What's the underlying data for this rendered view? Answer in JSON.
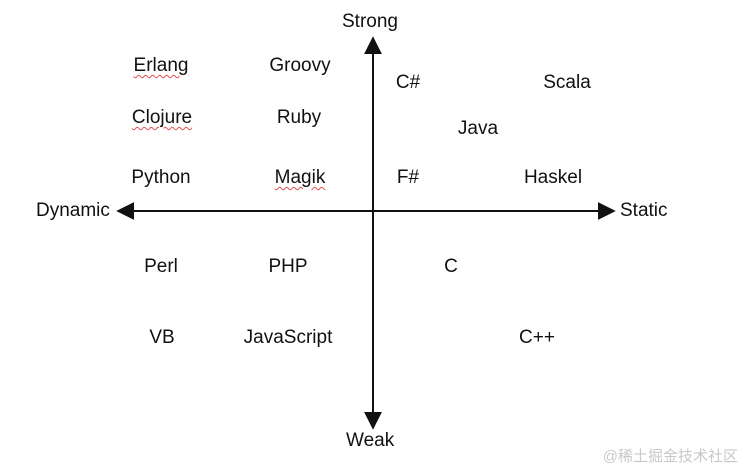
{
  "axes": {
    "top": "Strong",
    "bottom": "Weak",
    "left": "Dynamic",
    "right": "Static"
  },
  "languages": [
    {
      "key": "erlang",
      "label": "Erlang",
      "quadrant": "strong-dynamic",
      "flagged": true
    },
    {
      "key": "groovy",
      "label": "Groovy",
      "quadrant": "strong-dynamic",
      "flagged": false
    },
    {
      "key": "clojure",
      "label": "Clojure",
      "quadrant": "strong-dynamic",
      "flagged": true
    },
    {
      "key": "ruby",
      "label": "Ruby",
      "quadrant": "strong-dynamic",
      "flagged": false
    },
    {
      "key": "python",
      "label": "Python",
      "quadrant": "strong-dynamic",
      "flagged": false
    },
    {
      "key": "magik",
      "label": "Magik",
      "quadrant": "strong-dynamic",
      "flagged": true
    },
    {
      "key": "csharp",
      "label": "C#",
      "quadrant": "strong-static",
      "flagged": false
    },
    {
      "key": "scala",
      "label": "Scala",
      "quadrant": "strong-static",
      "flagged": false
    },
    {
      "key": "java",
      "label": "Java",
      "quadrant": "strong-static",
      "flagged": false
    },
    {
      "key": "fsharp",
      "label": "F#",
      "quadrant": "strong-static",
      "flagged": false
    },
    {
      "key": "haskel",
      "label": "Haskel",
      "quadrant": "strong-static",
      "flagged": false
    },
    {
      "key": "perl",
      "label": "Perl",
      "quadrant": "weak-dynamic",
      "flagged": false
    },
    {
      "key": "php",
      "label": "PHP",
      "quadrant": "weak-dynamic",
      "flagged": false
    },
    {
      "key": "c",
      "label": "C",
      "quadrant": "weak-static",
      "flagged": false
    },
    {
      "key": "vb",
      "label": "VB",
      "quadrant": "weak-dynamic",
      "flagged": false
    },
    {
      "key": "javascript",
      "label": "JavaScript",
      "quadrant": "weak-dynamic",
      "flagged": false
    },
    {
      "key": "cpp",
      "label": "C++",
      "quadrant": "weak-static",
      "flagged": false
    }
  ],
  "watermark": "@稀土掘金技术社区",
  "colors": {
    "text": "#111111",
    "axis": "#111111",
    "spellcheck": "#e05050",
    "watermark": "#c8c8c8"
  }
}
